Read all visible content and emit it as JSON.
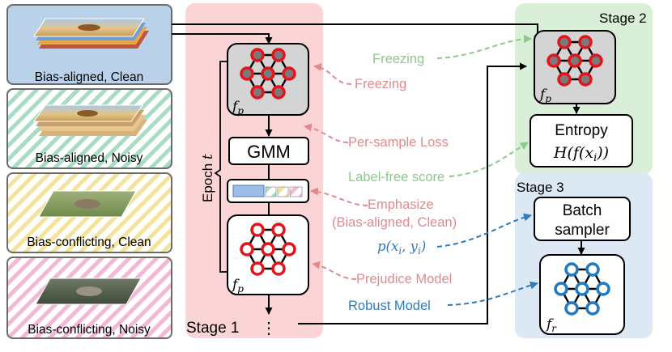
{
  "stages": {
    "stage1": "Stage 1",
    "stage2": "Stage 2",
    "stage3": "Stage 3"
  },
  "datasets": [
    {
      "label": "Bias-aligned, Clean",
      "bg": "#b9d2ea",
      "stripe": null
    },
    {
      "label": "Bias-aligned, Noisy",
      "bg": "#ffffff",
      "stripe": "#a8dcc4"
    },
    {
      "label": "Bias-conflicting, Clean",
      "bg": "#ffffff",
      "stripe": "#f4e39a"
    },
    {
      "label": "Bias-conflicting, Noisy",
      "bg": "#ffffff",
      "stripe": "#f3b8d6"
    }
  ],
  "stage1": {
    "epoch_label": "Epoch",
    "epoch_var": "t",
    "gmm": "GMM",
    "fp_label": "f",
    "fp_sub": "p",
    "ellipsis": "⋮"
  },
  "annotations": {
    "freezing_stage1": "Freezing",
    "per_sample_loss": "Per-sample Loss",
    "emphasize_1": "Emphasize",
    "emphasize_2": "(Bias-aligned, Clean)",
    "prejudice_model": "Prejudice Model",
    "freezing_stage2": "Freezing",
    "label_free_score": "Label-free score",
    "p_xy": "p(x",
    "p_xy_i": "i",
    "p_xy_y": ", y",
    "p_xy_end": ")",
    "robust_model": "Robust Model"
  },
  "stage2": {
    "entropy_label": "Entropy",
    "entropy_formula": "H(f(x",
    "entropy_sub": "i",
    "entropy_end": "))"
  },
  "stage3": {
    "sampler_line1": "Batch",
    "sampler_line2": "sampler",
    "fr_label": "f",
    "fr_sub": "r"
  },
  "colors": {
    "stage1_bg": "#fbd4d6",
    "stage2_bg": "#d9efd8",
    "stage3_bg": "#dce8f4",
    "red_annot": "#e08a8e",
    "green_annot": "#8cc98a",
    "blue_annot": "#2f7bbd",
    "prejudice_node": "#e3141b",
    "robust_node": "#1f7ac4"
  }
}
